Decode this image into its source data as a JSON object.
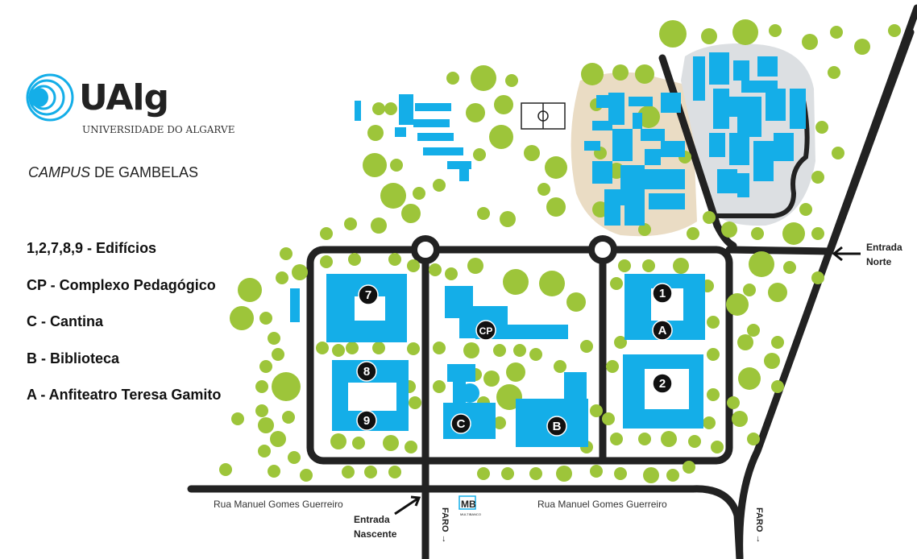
{
  "logo": {
    "name": "UAlg",
    "subtitle": "UNIVERSIDADE DO ALGARVE"
  },
  "campus": {
    "italic": "CAMPUS",
    "rest": " DE GAMBELAS"
  },
  "legend": [
    "1,2,7,8,9 - Edifícios",
    "CP - Complexo Pedagógico",
    "C - Cantina",
    "B - Biblioteca",
    "A - Anfiteatro Teresa Gamito"
  ],
  "markers": {
    "b7": "7",
    "b8": "8",
    "b9": "9",
    "cp": "CP",
    "c": "C",
    "b": "B",
    "b1": "1",
    "a": "A",
    "b2": "2"
  },
  "streets": {
    "left": "Rua Manuel Gomes Guerreiro",
    "right": "Rua Manuel Gomes Guerreiro"
  },
  "entrances": {
    "north_1": "Entrada",
    "north_2": "Norte",
    "east_1": "Entrada",
    "east_2": "Nascente"
  },
  "directions": {
    "faro_1": "FARO →",
    "faro_2": "FARO →"
  },
  "atm": {
    "label": "MB",
    "sub": "MULTIBANCO"
  },
  "colors": {
    "building": "#14aee8",
    "tree": "#9dc53a",
    "road": "#222222",
    "gray_zone": "#dcdfe2",
    "sand_zone": "#eadcc4"
  }
}
